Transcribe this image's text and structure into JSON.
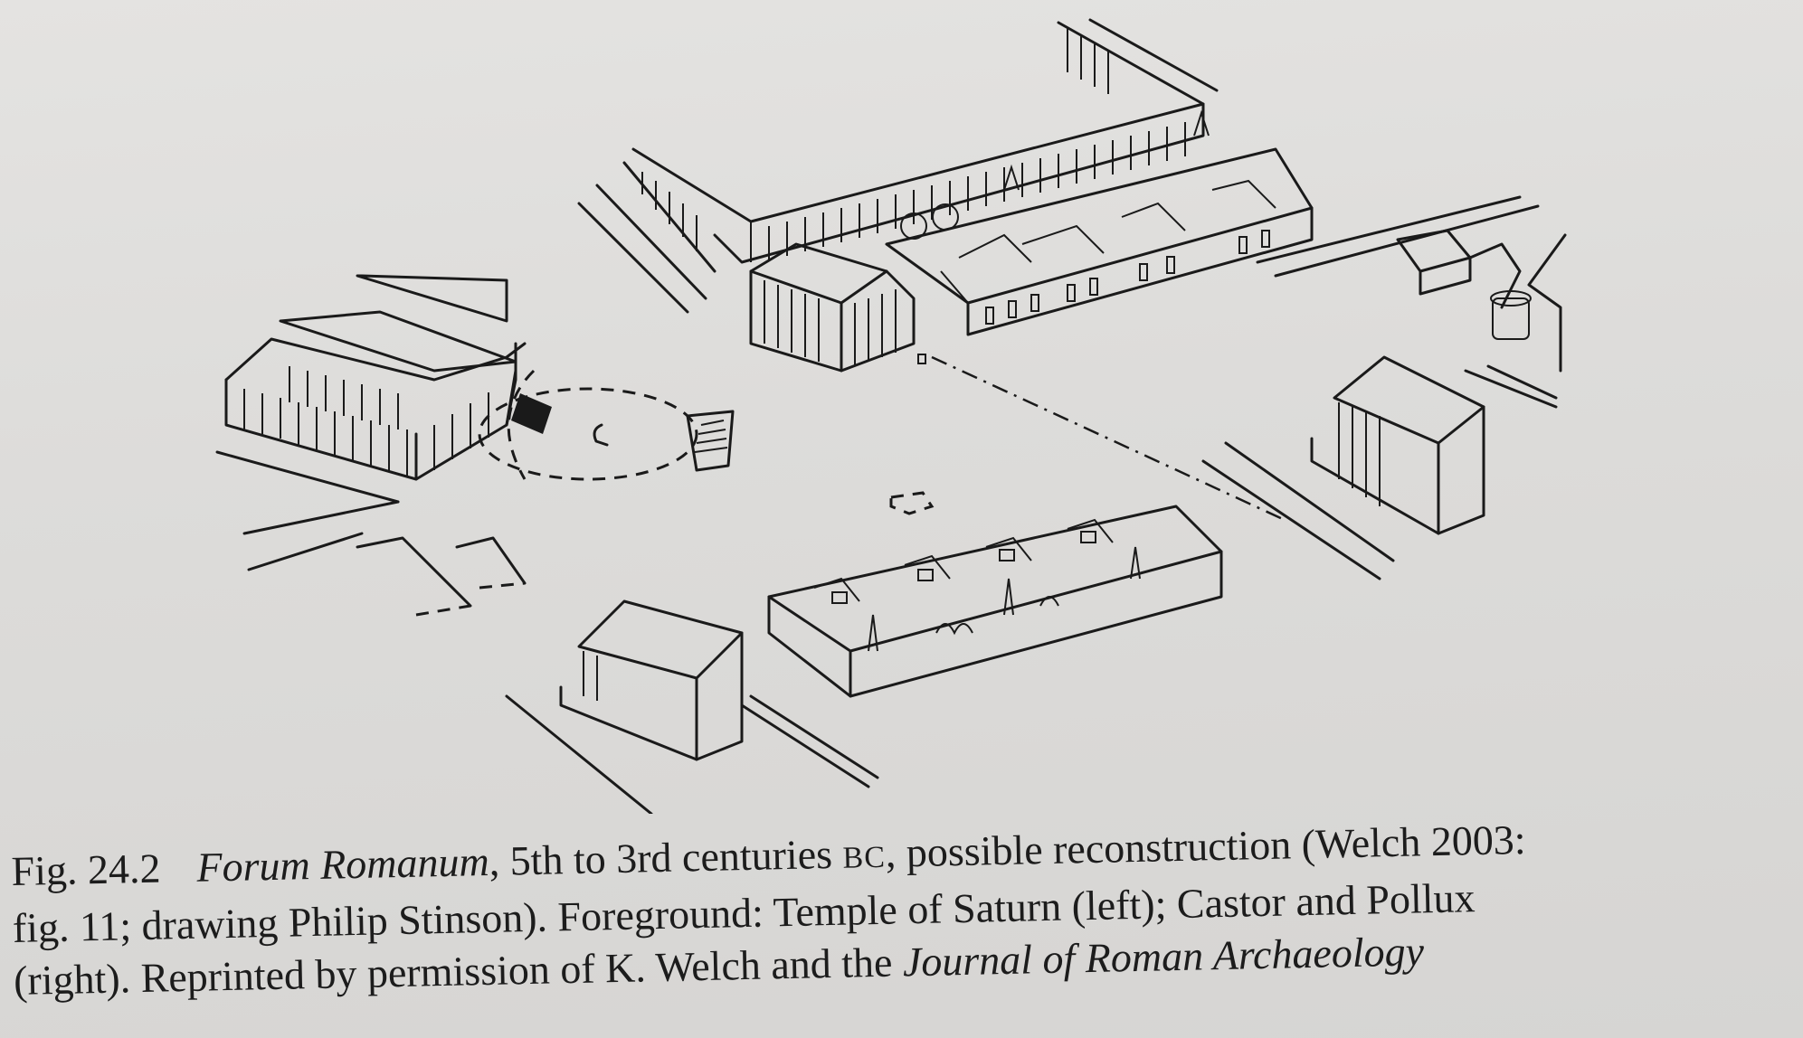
{
  "figure": {
    "label": "Fig. 24.2",
    "description": "Isometric line drawing of the Forum Romanum reconstruction",
    "elements": [
      {
        "name": "Basilica/portico long building (top)"
      },
      {
        "name": "Row of tabernae with courtyards (top right)"
      },
      {
        "name": "Temple with colonnade (top-left center)"
      },
      {
        "name": "Large temple with peristyle (left)"
      },
      {
        "name": "Comitium dashed circles with rostra (center-left)"
      },
      {
        "name": "Small round temple and walled precinct (far right top)"
      },
      {
        "name": "Temple of Castor and Pollux (right)"
      },
      {
        "name": "Temple of Saturn (foreground left)"
      },
      {
        "name": "Row of tabernae with gardens (foreground center)"
      },
      {
        "name": "Dash-dot line across the forum"
      }
    ]
  },
  "caption": {
    "fig_label": "Fig. 24.2",
    "title_italic": "Forum Romanum",
    "line1_rest_a": ", 5th to 3rd centuries ",
    "line1_bc": "BC",
    "line1_rest_b": ", possible reconstruction (Welch 2003:",
    "line2": "fig. 11; drawing Philip Stinson). Foreground: Temple of Saturn (left); Castor and Pollux",
    "line3_a": "(right). Reprinted by permission of K. Welch and the ",
    "line3_italic": "Journal of Roman Archaeology"
  }
}
